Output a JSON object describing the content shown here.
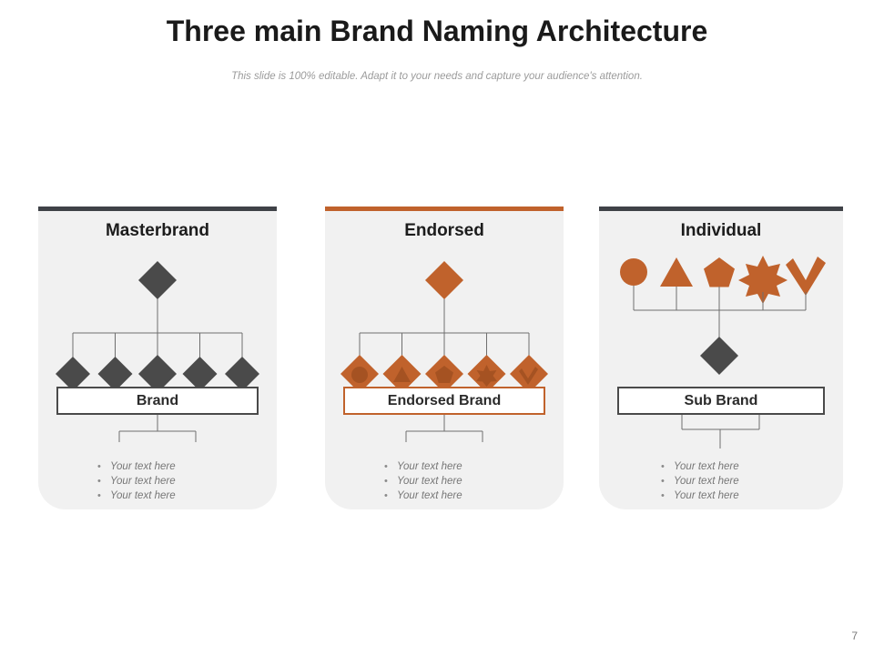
{
  "slide": {
    "title": "Three main Brand Naming Architecture",
    "subtitle": "This slide is 100% editable. Adapt it to your needs and capture your audience's attention.",
    "page_number": "7"
  },
  "colors": {
    "dark": "#4a4a4a",
    "dark_accent": "#3f4247",
    "orange": "#c0622c",
    "orange_dark": "#a4502099",
    "card_bg": "#f1f1f1",
    "line": "#6e6e6e",
    "text_muted": "#777777"
  },
  "cards": [
    {
      "id": "masterbrand",
      "title": "Masterbrand",
      "accent": "#3f4247",
      "layout": "top-down",
      "root_shape": "diamond",
      "root_color": "#4a4a4a",
      "child_shapes": [
        "diamond",
        "diamond",
        "diamond",
        "diamond",
        "diamond"
      ],
      "child_color": "#4a4a4a",
      "box_label": "Brand",
      "box_border": "#4a4a4a",
      "bullets": [
        "Your text here",
        "Your text here",
        "Your text here"
      ],
      "bullet_marker": "•"
    },
    {
      "id": "endorsed",
      "title": "Endorsed",
      "accent": "#c0622c",
      "layout": "top-down",
      "root_shape": "diamond",
      "root_color": "#c0622c",
      "child_shapes": [
        "diamond-circle",
        "diamond-triangle",
        "diamond-pentagon",
        "diamond-star",
        "diamond-check"
      ],
      "child_color": "#c0622c",
      "box_label": "Endorsed Brand",
      "box_border": "#c0622c",
      "bullets": [
        "Your text here",
        "Your text here",
        "Your text here"
      ],
      "bullet_marker": "•"
    },
    {
      "id": "individual",
      "title": "Individual",
      "accent": "#3f4247",
      "layout": "bottom-up",
      "root_shape": "diamond",
      "root_color": "#4a4a4a",
      "child_shapes": [
        "circle",
        "triangle",
        "pentagon",
        "star",
        "check"
      ],
      "child_color": "#c0622c",
      "box_label": "Sub Brand",
      "box_border": "#4a4a4a",
      "bullets": [
        "Your text here",
        "Your text here",
        "Your text here"
      ],
      "bullet_marker": "•"
    }
  ]
}
